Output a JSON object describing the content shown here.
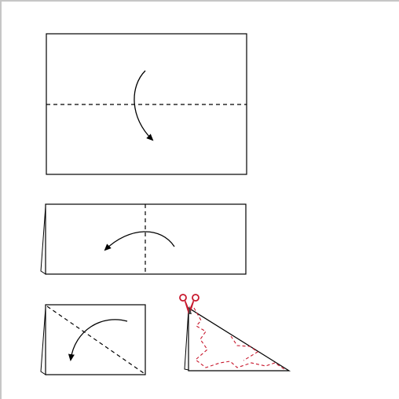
{
  "diagram": {
    "steps": [
      {
        "id": 1,
        "action": "fold-in-half-top-to-bottom",
        "fold_line": "horizontal-dashed",
        "arrow": "curved-down"
      },
      {
        "id": 2,
        "action": "fold-in-half-right-to-left",
        "fold_line": "vertical-dashed",
        "arrow": "curved-left"
      },
      {
        "id": 3,
        "action": "fold-along-diagonal",
        "fold_line": "diagonal-dashed",
        "arrow": "curved-down-left"
      },
      {
        "id": 4,
        "action": "cut-star-outline",
        "tool": "scissors-icon",
        "cut_line": "red-dashed"
      }
    ],
    "colors": {
      "line": "#000000",
      "cut": "#c8192e",
      "frame": "#c6c6c6"
    }
  }
}
